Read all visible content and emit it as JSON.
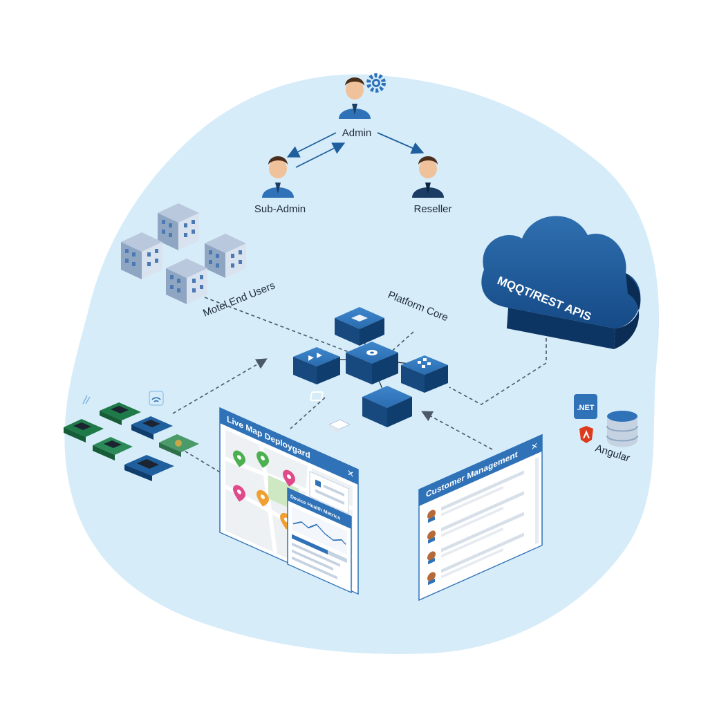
{
  "roles": {
    "admin": "Admin",
    "sub_admin": "Sub-Admin",
    "reseller": "Reseller"
  },
  "groups": {
    "motel_end_users": "Motel End Users",
    "platform_core": "Platform Core"
  },
  "cloud": {
    "label": "MQQT/REST APIS"
  },
  "tech": {
    "dotnet": ".NET",
    "angular": "Angular"
  },
  "windows": {
    "live_map": {
      "title": "Live Map Deploygard",
      "close": "✕"
    },
    "device_health": {
      "title": "Device Health Metrics"
    },
    "customer_mgmt": {
      "title": "Customer Management",
      "close": "✕"
    }
  },
  "colors": {
    "blob": "#d6ecf9",
    "core_blue": "#1f5f9e",
    "dark_blue": "#0f3d6e",
    "window_header": "#2f72b8"
  }
}
